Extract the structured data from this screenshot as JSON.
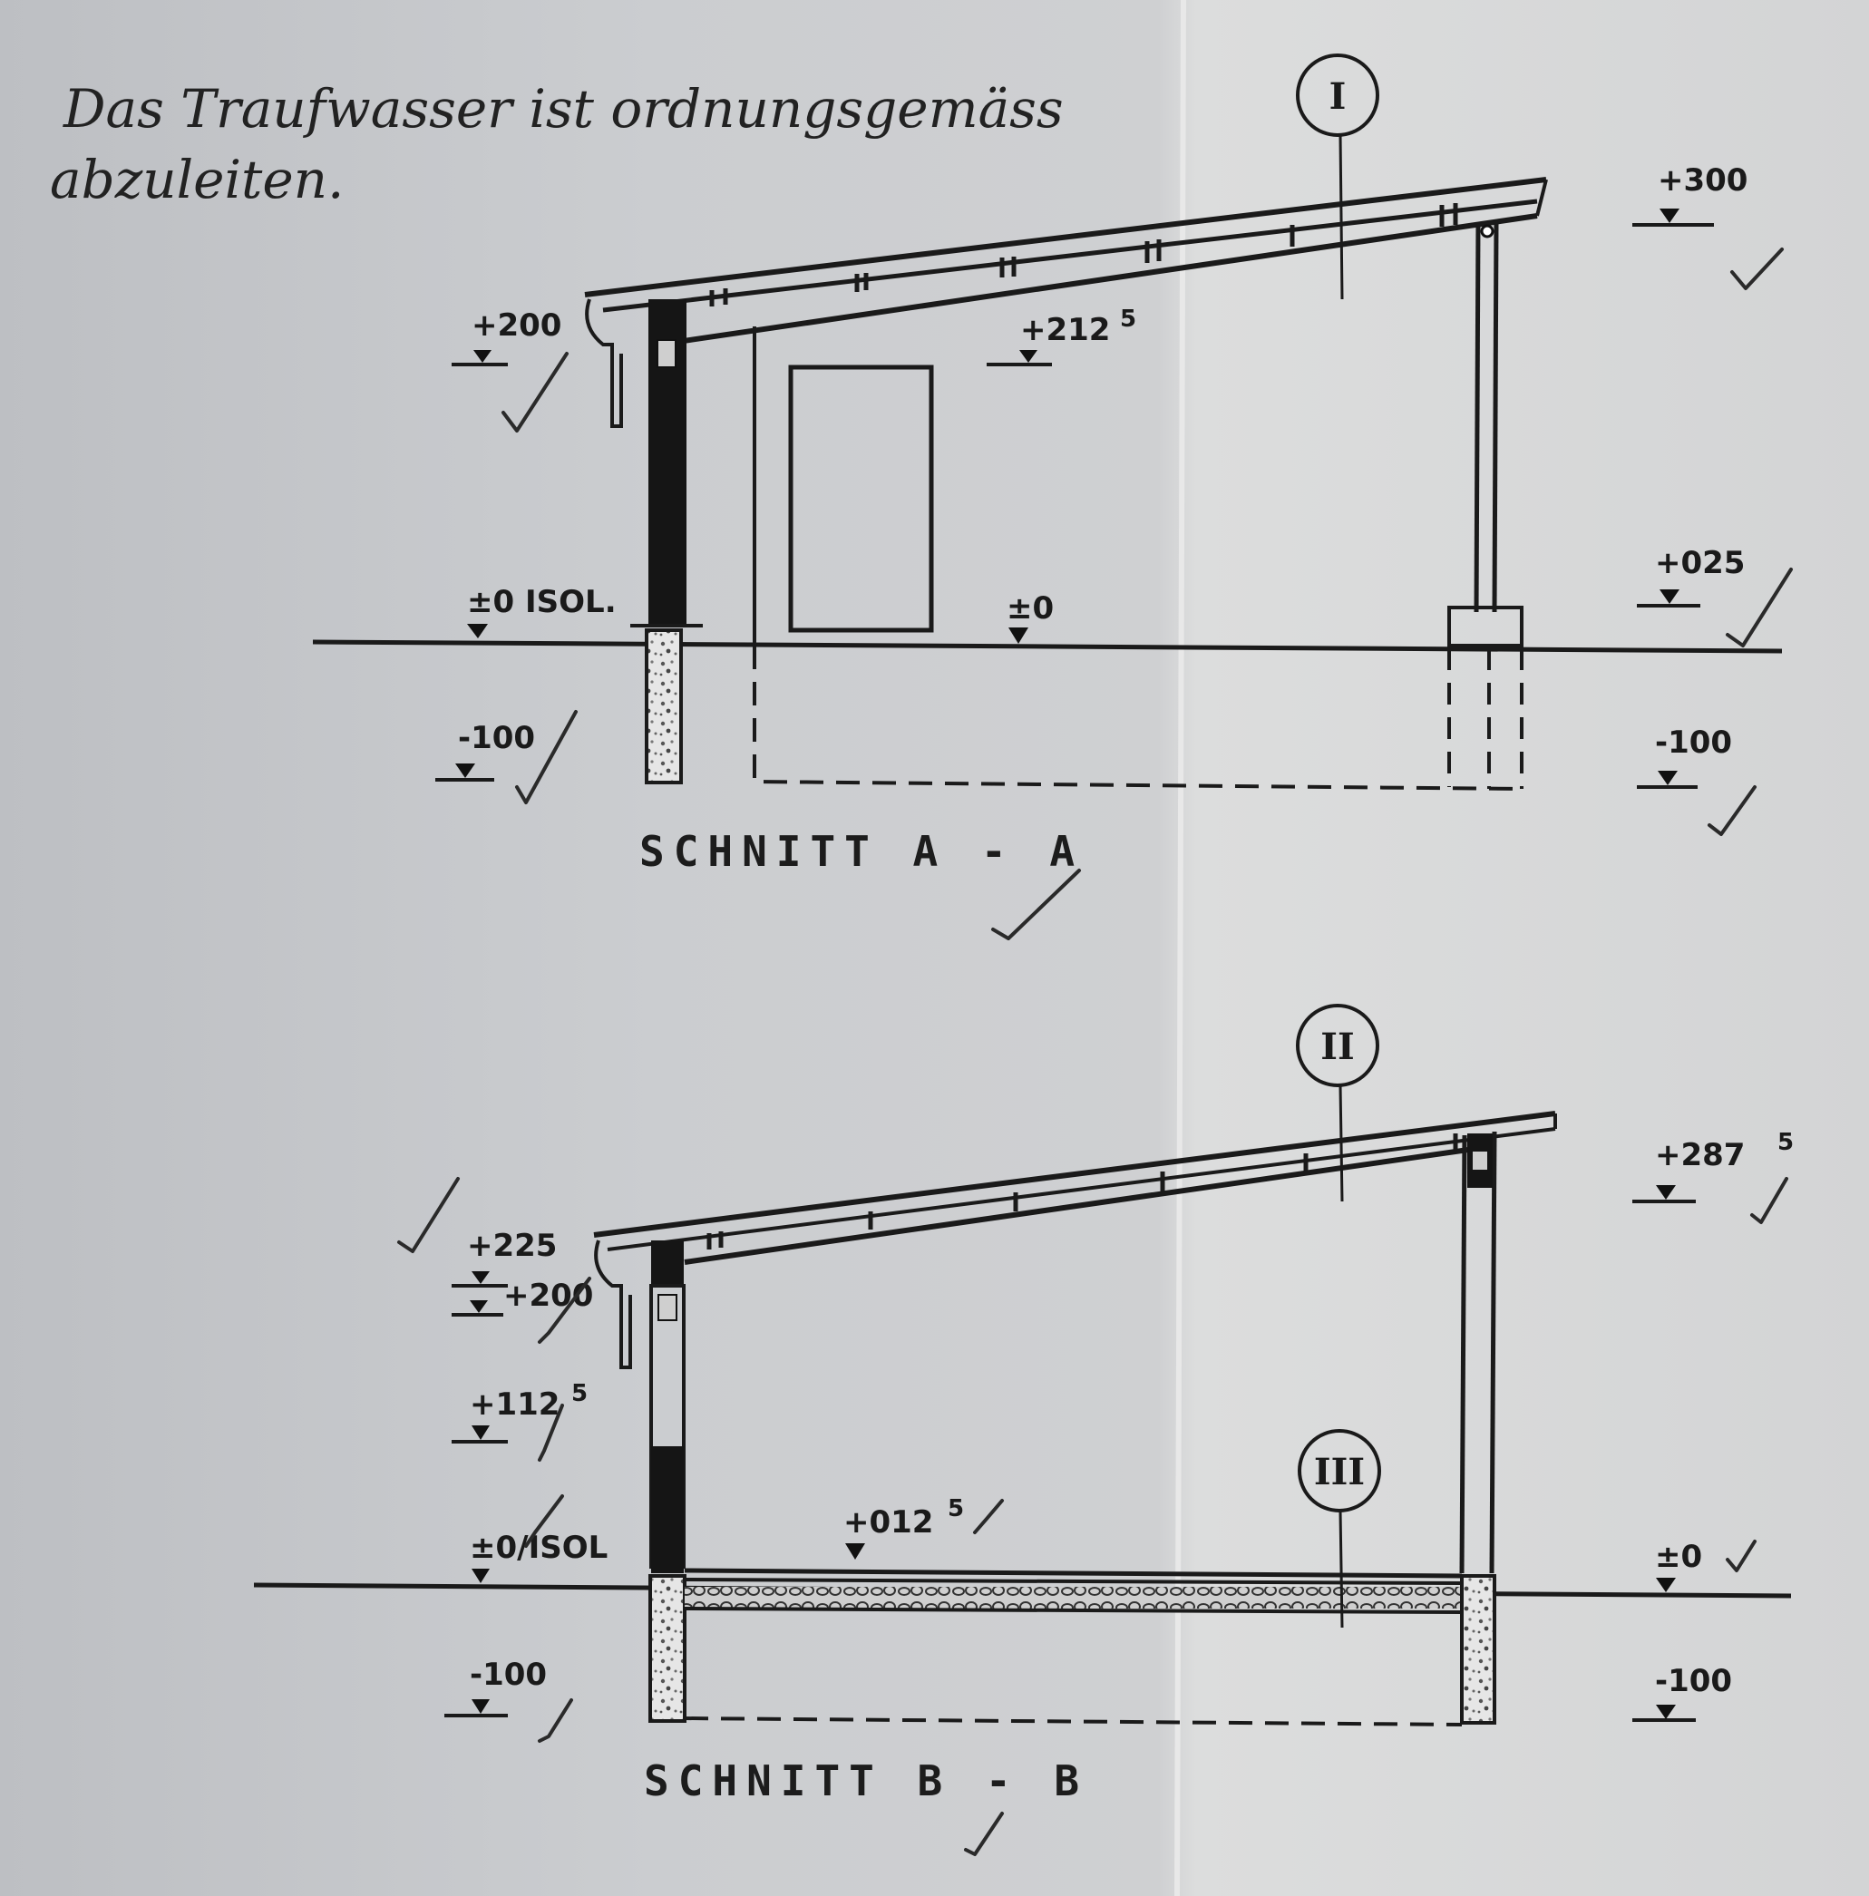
{
  "note": {
    "line1": "Das Traufwasser ist ordnungsgemäss",
    "line2": "abzuleiten."
  },
  "section_a": {
    "title": "SCHNITT   A - A",
    "marker": "I",
    "levels": {
      "top_left": "+200",
      "roof": "+212",
      "roof_sup": "5",
      "top_right": "+300",
      "right_mid": "+025",
      "ground_left": "±0 ISOL.",
      "ground_mid": "±0",
      "bottom_left": "-100",
      "bottom_right": "-100"
    }
  },
  "section_b": {
    "title": "SCHNITT   B - B",
    "marker_top": "II",
    "marker_floor": "III",
    "levels": {
      "top_left_1": "+225",
      "top_left_2": "+200",
      "window": "+112",
      "window_sup": "5",
      "top_right": "+287",
      "top_right_sup": "5",
      "floor": "+012",
      "floor_sup": "5",
      "ground_left": "±0/ISOL",
      "ground_right": "±0",
      "bottom_left": "-100",
      "bottom_right": "-100"
    }
  },
  "colors": {
    "paper_left": "#c9cbcf",
    "paper_right": "#d6d7d8",
    "ink": "#1a1a1a"
  }
}
